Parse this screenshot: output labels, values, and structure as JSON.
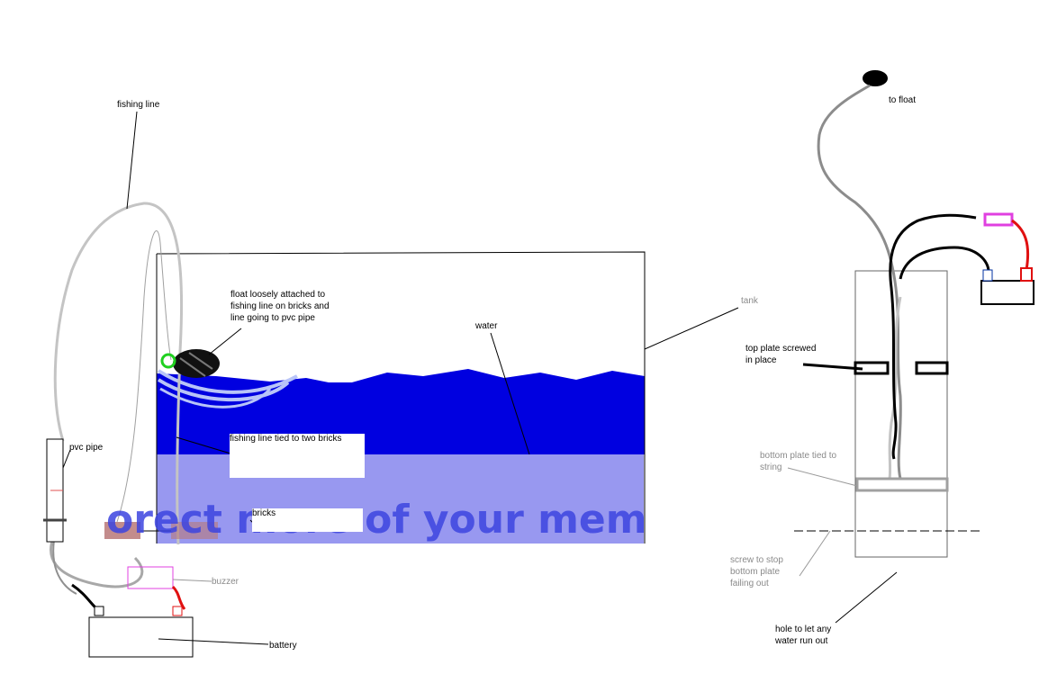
{
  "labels": {
    "fishing_line": "fishing line",
    "float_note": "float loosely attached to\nfishing line on bricks and\nline going to pvc pipe",
    "water": "water",
    "tank": "tank",
    "pvc_pipe": "pvc pipe",
    "fishing_line_bricks": "fishing line tied to two bricks",
    "bricks": "bricks",
    "buzzer": "buzzer",
    "battery": "battery",
    "to_float": "to float",
    "top_plate": "top plate screwed\nin place",
    "bottom_plate": "bottom plate tied to\nstring",
    "screw_note": "screw to stop\nbottom plate\nfailing out",
    "hole_note": "hole to let any\nwater run out"
  },
  "watermark": "orect more of your mem",
  "colors": {
    "water_dark": "#0000e0",
    "water_light": "#9898f0",
    "fishing_line": "#c4c4c4",
    "cable_gray": "#8c8c8c",
    "wire_red": "#e01010",
    "buzzer": "#e040e0",
    "float_ring": "#20d020",
    "brick": "#b87878"
  }
}
